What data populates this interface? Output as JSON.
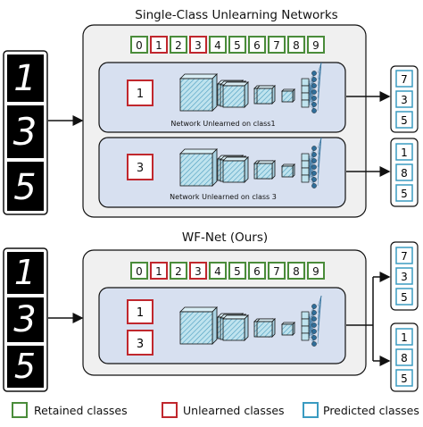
{
  "colors": {
    "retained": "#4a8c3a",
    "unlearned": "#c0272d",
    "predicted": "#3a9bc1",
    "panel_bg": "#f0f0f0",
    "network_bg": "#d7e0f0",
    "cube_fill": "#bfe3ee"
  },
  "top": {
    "title": "Single-Class Unlearning Networks",
    "class_indices": [
      "0",
      "1",
      "2",
      "3",
      "4",
      "5",
      "6",
      "7",
      "8",
      "9"
    ],
    "unlearned_indices": [
      "1",
      "3"
    ],
    "input_digits": [
      "1",
      "3",
      "5"
    ],
    "networks": [
      {
        "unlearned_label": "1",
        "caption": "Network Unlearned on class1",
        "predicted": [
          "7",
          "3",
          "5"
        ]
      },
      {
        "unlearned_label": "3",
        "caption": "Network Unlearned on class 3",
        "predicted": [
          "1",
          "8",
          "5"
        ]
      }
    ]
  },
  "bottom": {
    "title": "WF-Net (Ours)",
    "class_indices": [
      "0",
      "1",
      "2",
      "3",
      "4",
      "5",
      "6",
      "7",
      "8",
      "9"
    ],
    "unlearned_indices": [
      "1",
      "3"
    ],
    "input_digits": [
      "1",
      "3",
      "5"
    ],
    "unlearned_labels": [
      "1",
      "3"
    ],
    "outputs": [
      {
        "predicted": [
          "7",
          "3",
          "5"
        ]
      },
      {
        "predicted": [
          "1",
          "8",
          "5"
        ]
      }
    ]
  },
  "legend": {
    "retained": "Retained classes",
    "unlearned": "Unlearned classes",
    "predicted": "Predicted classes"
  }
}
